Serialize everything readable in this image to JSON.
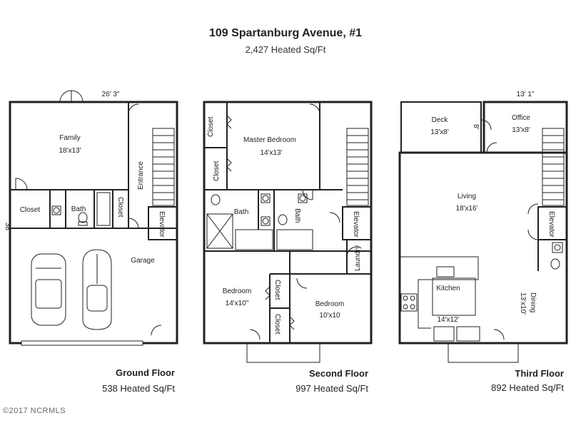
{
  "header": {
    "title": "109 Spartanburg Avenue, #1",
    "subtitle": "2,427 Heated Sq/Ft"
  },
  "floors": {
    "ground": {
      "name": "Ground Floor",
      "sqft": "538 Heated Sq/Ft",
      "dim_width": "26' 3\"",
      "dim_depth": "38'",
      "rooms": {
        "family": "Family",
        "family_size": "18'x13'",
        "closet": "Closet",
        "bath": "Bath",
        "closet2": "Closet",
        "entrance": "Entrance",
        "elevator": "Elevator",
        "garage": "Garage"
      }
    },
    "second": {
      "name": "Second Floor",
      "sqft": "997 Heated Sq/Ft",
      "rooms": {
        "closet_a": "Closet",
        "closet_b": "Closet",
        "master": "Master Bedroom",
        "master_size": "14'x13'",
        "bath_a": "Bath",
        "bath_b": "Bath",
        "elevator": "Elevator",
        "laundry": "Laundry",
        "bedroom1": "Bedroom",
        "bedroom1_size": "14'x10\"",
        "closet_c": "Closet",
        "closet_d": "Closet",
        "bedroom2": "Bedroom",
        "bedroom2_size": "10'x10"
      }
    },
    "third": {
      "name": "Third Floor",
      "sqft": "892 Heated Sq/Ft",
      "dim_width": "13' 1\"",
      "rooms": {
        "deck": "Deck",
        "deck_size": "13'x8'",
        "deck_dim": "8'",
        "office": "Office",
        "office_size": "13'x8'",
        "living": "Living",
        "living_size": "18'x16'",
        "elevator": "Elevator",
        "kitchen": "Kitchen",
        "kitchen_size": "14'x12'",
        "dining": "Dining",
        "dining_size": "13'x10'"
      }
    }
  },
  "copyright": "©2017 NCRMLS"
}
